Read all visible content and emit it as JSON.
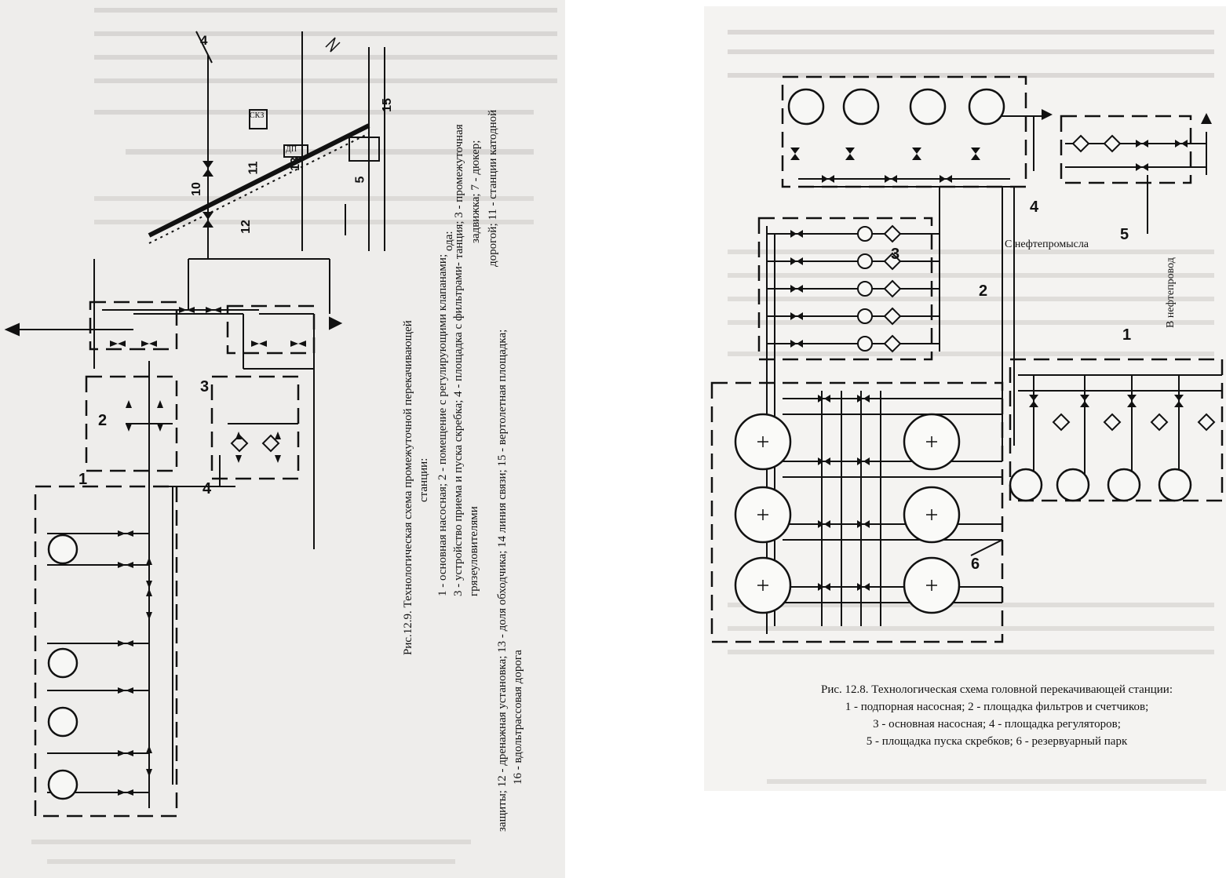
{
  "figure_left": {
    "caption_title_l1": "Рис.12.9. Технологическая схема промежуточной перекачивающей",
    "caption_title_l2": "станции:",
    "legend_l1": "1 - основная насосная; 2 - помещение с регулирующими клапанами;",
    "legend_l2": "3 - устройство приема  и пуска  скребка; 4 - площадка с фильтрами-",
    "legend_l3": "грязеуловителями",
    "legend_b_l1": "защиты; 12 - дренажная установка; 13 - доля обходчика; 14 линия связи; 15 - вертолетная площадка;",
    "legend_b_l2": "16 - вдольтрассовая дорога",
    "legend_top_l1": "ода:",
    "legend_top_l2": "танция;   3   -   промежуточная",
    "legend_top_l3": "задвижка; 7 - дюкер;",
    "legend_top_l4": "дорогой; 11 - станции катодной",
    "labels": {
      "n1": "1",
      "n2": "2",
      "n3": "3",
      "n4": "4"
    },
    "map_labels": {
      "n4": "4",
      "n10": "10",
      "n11": "11",
      "n12": "12",
      "n13": "13",
      "n15": "15",
      "n5": "5",
      "skz": "СКЗ",
      "dp": "ДП"
    }
  },
  "figure_right": {
    "caption_l1": "Рис. 12.8. Технологическая схема головной перекачивающей станции:",
    "caption_l2": "1 - подпорная насосная; 2 - площадка фильтров и счетчиков;",
    "caption_l3": "3 - основная насосная; 4 - площадка регуляторов;",
    "caption_l4": "5 - площадка пуска скребков; 6 - резервуарный парк",
    "inlet_label": "С нефтепромысла",
    "outlet_label": "В нефтепровод",
    "labels": {
      "n1": "1",
      "n2": "2",
      "n3": "3",
      "n4": "4",
      "n5": "5",
      "n6": "6"
    }
  },
  "colors": {
    "paper": "#f1f0ee",
    "ink": "#111111",
    "ghost": "#c9c7c4"
  }
}
